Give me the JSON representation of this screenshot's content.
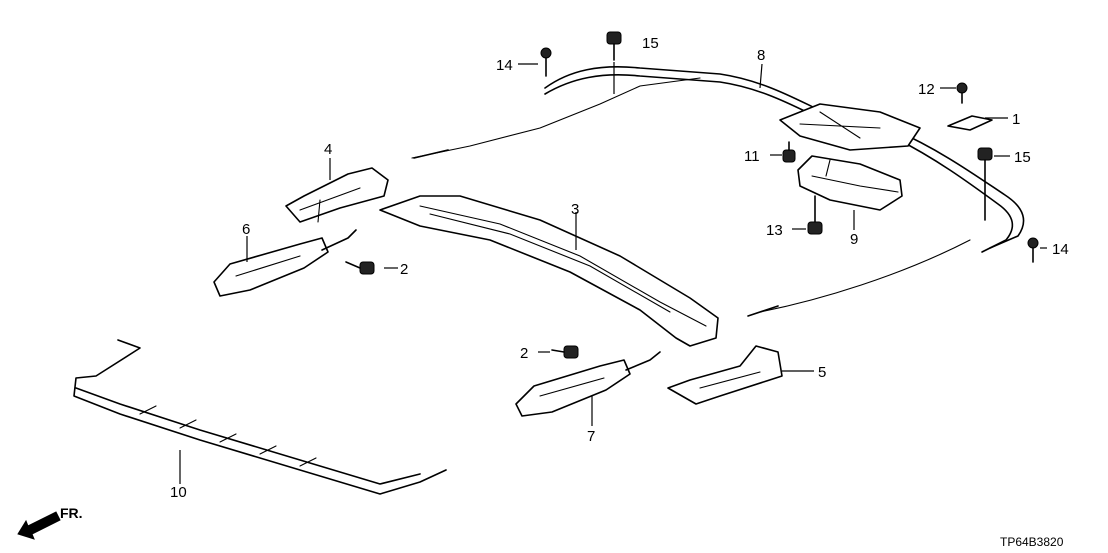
{
  "diagram_code": "TP64B3820",
  "front_label": "FR.",
  "callouts": {
    "c1": "1",
    "c2a": "2",
    "c2b": "2",
    "c3": "3",
    "c4": "4",
    "c5": "5",
    "c6": "6",
    "c7": "7",
    "c8": "8",
    "c9": "9",
    "c10": "10",
    "c11": "11",
    "c12": "12",
    "c13": "13",
    "c14a": "14",
    "c14b": "14",
    "c15a": "15",
    "c15b": "15"
  }
}
